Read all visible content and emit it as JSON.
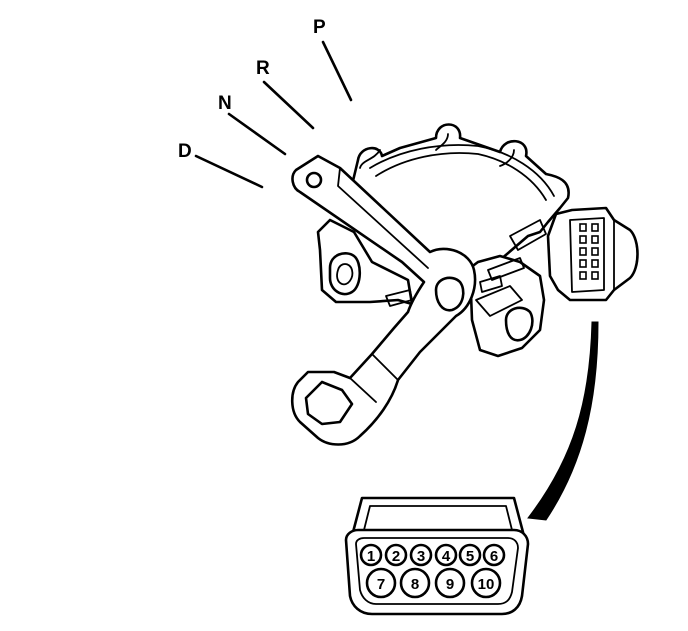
{
  "gear_positions": [
    {
      "id": "P",
      "label": "P"
    },
    {
      "id": "R",
      "label": "R"
    },
    {
      "id": "N",
      "label": "N"
    },
    {
      "id": "D",
      "label": "D"
    }
  ],
  "connector": {
    "pins": [
      "1",
      "2",
      "3",
      "4",
      "5",
      "6",
      "7",
      "8",
      "9",
      "10"
    ]
  }
}
